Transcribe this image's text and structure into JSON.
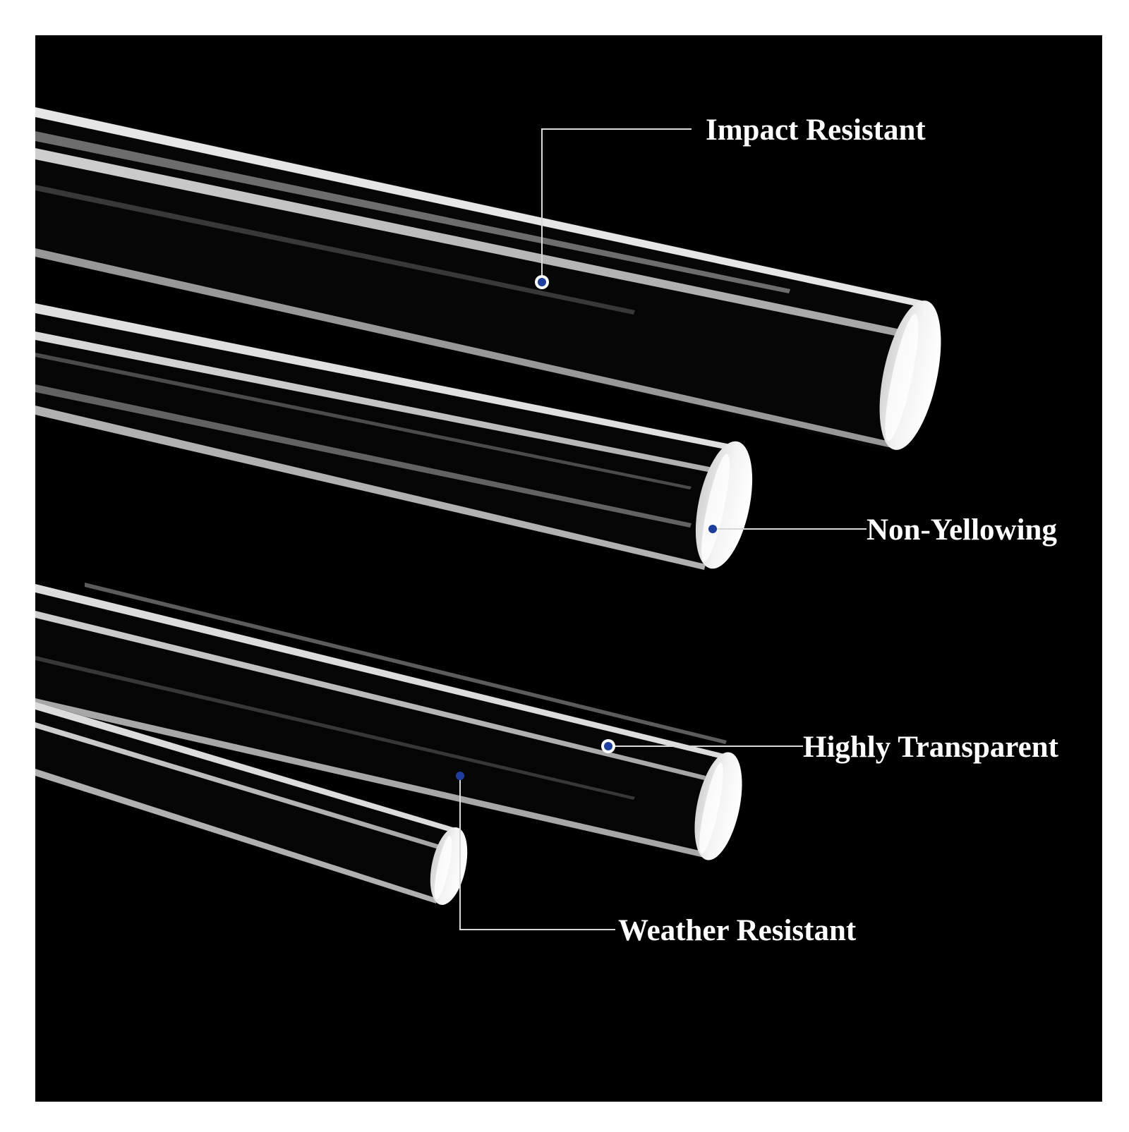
{
  "colors": {
    "background_frame": "#ffffff",
    "panel": "#000000",
    "callout_dot": "#1f3f9e",
    "callout_line": "#d9d9d9",
    "label_text": "#ffffff"
  },
  "features": [
    {
      "label": "Impact Resistant"
    },
    {
      "label": "Non-Yellowing"
    },
    {
      "label": "Highly Transparent"
    },
    {
      "label": "Weather Resistant"
    }
  ],
  "image": {
    "subject": "clear acrylic rods",
    "rod_count": 4
  }
}
